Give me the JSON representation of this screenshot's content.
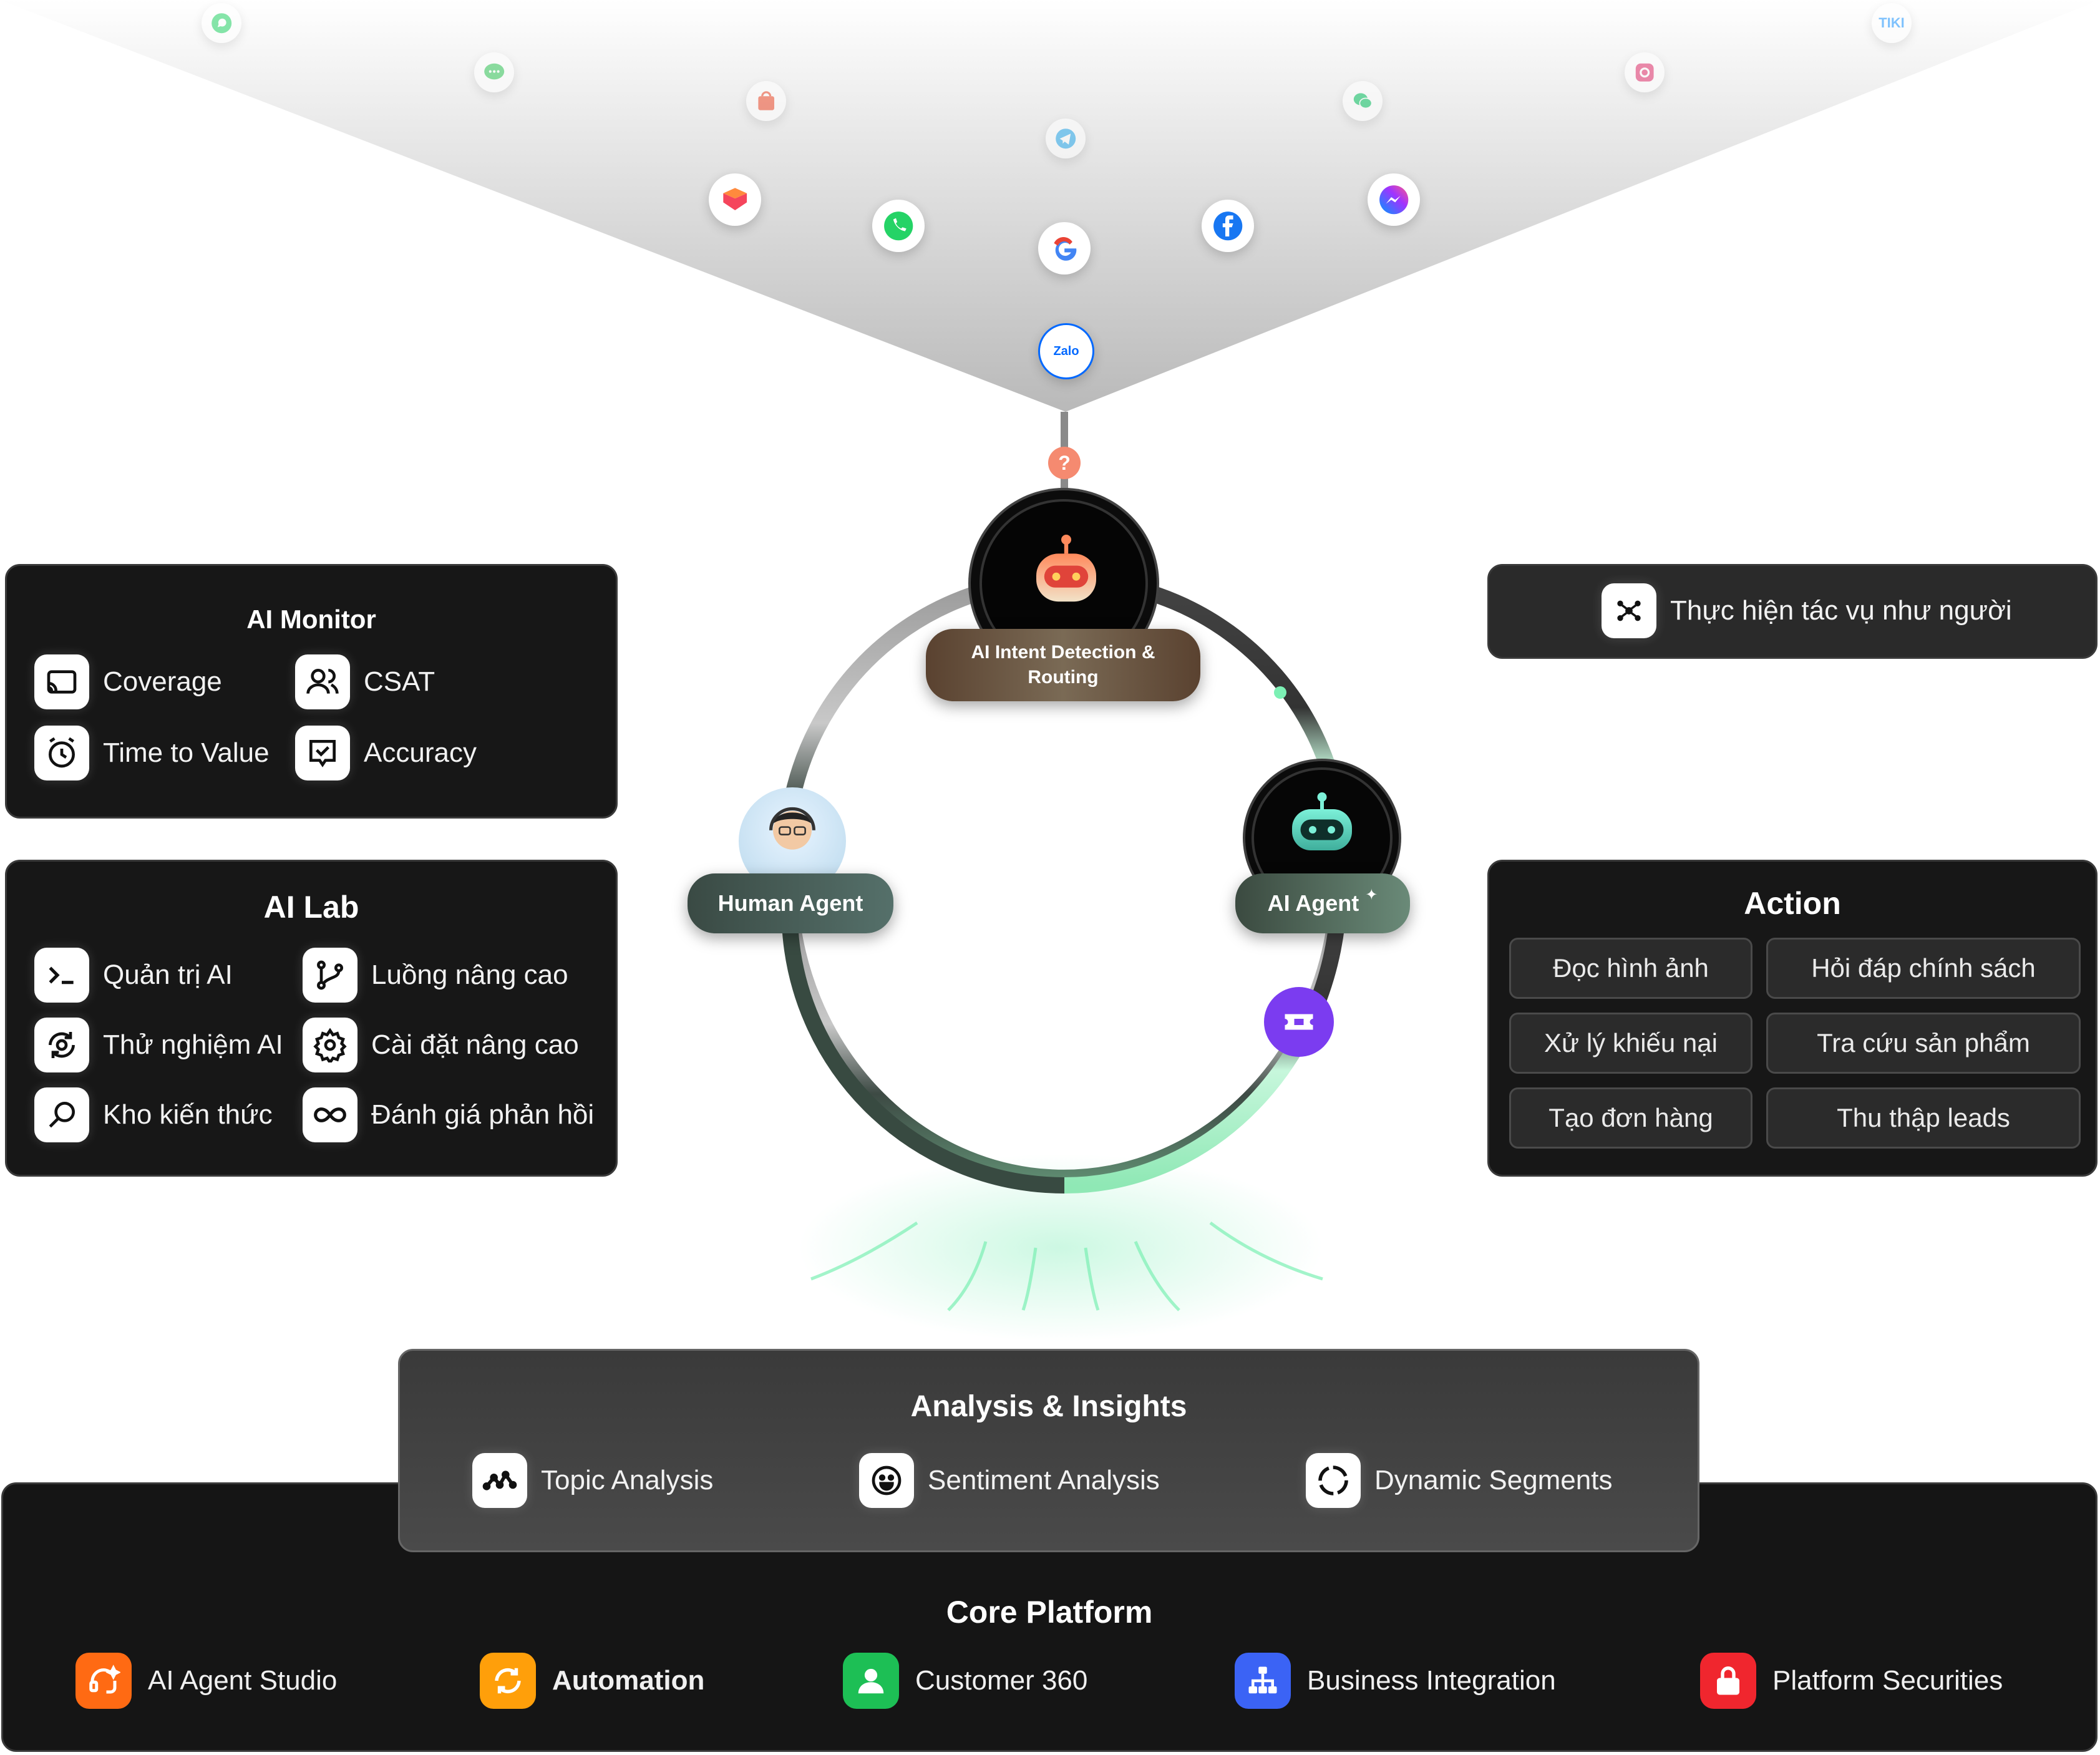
{
  "channels": [
    {
      "name": "whatsapp-icon",
      "color": "#25D366"
    },
    {
      "name": "imessage-icon",
      "color": "#34C759"
    },
    {
      "name": "shopee-icon",
      "color": "#EE4D2D"
    },
    {
      "name": "telegram-icon",
      "color": "#2AABEE"
    },
    {
      "name": "wechat-icon",
      "color": "#07C160"
    },
    {
      "name": "instagram-icon",
      "color": "#E1306C"
    },
    {
      "name": "tiki-icon",
      "color": "#1A94FF",
      "text": "TIKI"
    },
    {
      "name": "lazada-icon",
      "color": "#F5455C"
    },
    {
      "name": "phone-icon",
      "color": "#25D366"
    },
    {
      "name": "google-icon",
      "color": "#4285F4"
    },
    {
      "name": "facebook-icon",
      "color": "#1877F2"
    },
    {
      "name": "messenger-icon",
      "color": "#A033FF"
    },
    {
      "name": "zalo-icon",
      "color": "#0068FF",
      "text": "Zalo"
    }
  ],
  "ai_monitor": {
    "title": "AI Monitor",
    "items": [
      "Coverage",
      "CSAT",
      "Time to Value",
      "Accuracy"
    ]
  },
  "ai_lab": {
    "title": "AI Lab",
    "items": [
      "Quản trị AI",
      "Luồng nâng cao",
      "Thử nghiệm AI",
      "Cài đặt nâng cao",
      "Kho kiến thức",
      "Đánh giá phản hồi"
    ]
  },
  "human_task": {
    "label": "Thực hiện tác vụ như người"
  },
  "action": {
    "title": "Action",
    "chips": [
      "Đọc hình ảnh",
      "Hỏi đáp chính sách",
      "Xử lý khiếu nại",
      "Tra cứu sản phẩm",
      "Tạo đơn hàng",
      "Thu thập leads"
    ]
  },
  "loop": {
    "intent_label": "AI Intent Detection & Routing",
    "human_label": "Human Agent",
    "ai_label": "AI Agent",
    "ai_star": "✦",
    "question_mark": "?"
  },
  "analysis": {
    "title": "Analysis & Insights",
    "items": [
      "Topic Analysis",
      "Sentiment Analysis",
      "Dynamic Segments"
    ]
  },
  "core": {
    "title": "Core Platform",
    "items": [
      {
        "label": "AI Agent Studio",
        "color": "#FF6A13"
      },
      {
        "label": "Automation",
        "color": "#FF9F0A"
      },
      {
        "label": "Customer 360",
        "color": "#1DBF55"
      },
      {
        "label": "Business Integration",
        "color": "#3B63F5"
      },
      {
        "label": "Platform Securities",
        "color": "#F0262E"
      }
    ]
  },
  "colors": {
    "panel_bg": "#171717",
    "accent_green": "#7CF0B4",
    "accent_purple": "#7B3CF0",
    "question_orange": "#F58A70"
  }
}
